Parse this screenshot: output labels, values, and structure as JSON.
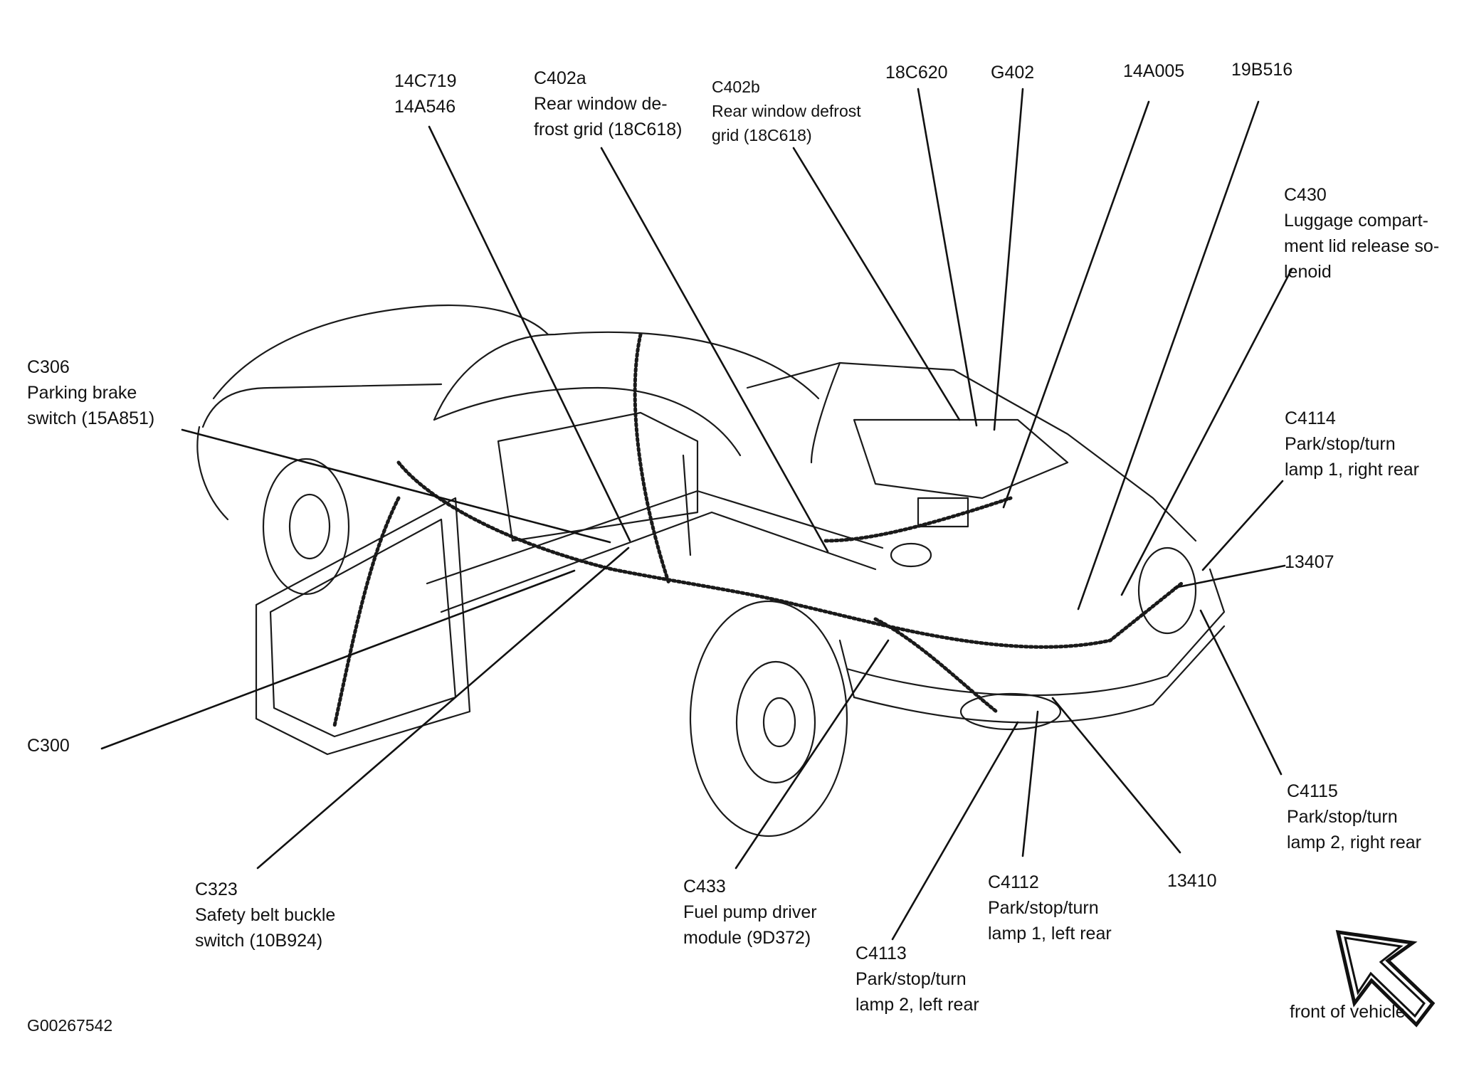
{
  "figure_id": "G00267542",
  "orientation": {
    "caption": "front of vehicle",
    "icon": "arrow-up-left-icon"
  },
  "callouts": [
    {
      "key": "c306",
      "code": "C306",
      "desc": "Parking brake\nswitch (15A851)"
    },
    {
      "key": "14c719",
      "code": "14C719\n14A546",
      "desc": ""
    },
    {
      "key": "c402a",
      "code": "C402a",
      "desc": "Rear window de-\nfrost grid (18C618)"
    },
    {
      "key": "c402b",
      "code": "C402b",
      "desc": "Rear window defrost\ngrid (18C618)"
    },
    {
      "key": "18c620",
      "code": "18C620",
      "desc": ""
    },
    {
      "key": "g402",
      "code": "G402",
      "desc": ""
    },
    {
      "key": "14a005",
      "code": "14A005",
      "desc": ""
    },
    {
      "key": "19b516",
      "code": "19B516",
      "desc": ""
    },
    {
      "key": "c430",
      "code": "C430",
      "desc": "Luggage compart-\nment lid release so-\nlenoid"
    },
    {
      "key": "c4114",
      "code": "C4114",
      "desc": "Park/stop/turn\nlamp 1, right rear"
    },
    {
      "key": "13407",
      "code": "13407",
      "desc": ""
    },
    {
      "key": "c4115",
      "code": "C4115",
      "desc": "Park/stop/turn\nlamp 2, right rear"
    },
    {
      "key": "13410",
      "code": "13410",
      "desc": ""
    },
    {
      "key": "c4112",
      "code": "C4112",
      "desc": "Park/stop/turn\nlamp 1, left rear"
    },
    {
      "key": "c4113",
      "code": "C4113",
      "desc": "Park/stop/turn\nlamp 2, left rear"
    },
    {
      "key": "c433",
      "code": "C433",
      "desc": "Fuel pump driver\nmodule (9D372)"
    },
    {
      "key": "c323",
      "code": "C323",
      "desc": "Safety belt buckle\nswitch (10B924)"
    },
    {
      "key": "c300",
      "code": "C300",
      "desc": ""
    }
  ]
}
